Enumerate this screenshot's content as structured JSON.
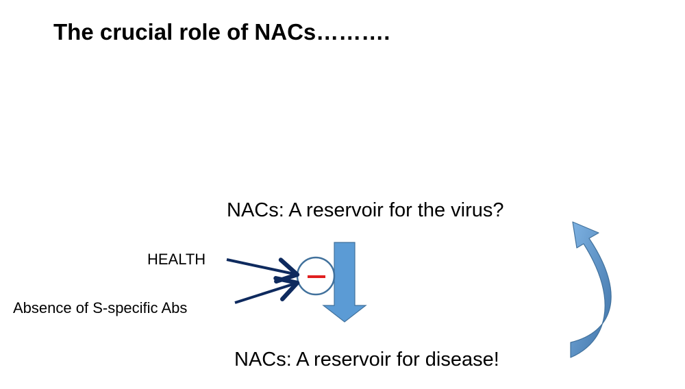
{
  "title": "The crucial role of NACs……….",
  "top_statement": "NACs: A reservoir for the virus?",
  "bottom_statement": "NACs: A reservoir for disease!",
  "inputs": {
    "health": "HEALTH",
    "absence": "Absence of S-specific Abs"
  },
  "colors": {
    "block_arrow": "#5B9BD5",
    "block_arrow_border": "#41719C",
    "input_arrow": "#0E2A5E",
    "minus_sign": "#E02020",
    "circle_border": "#41719C",
    "text": "#000000"
  },
  "icons": {
    "inhibitor": "minus-circle-icon",
    "cycle": "curved-arrow-icon"
  }
}
